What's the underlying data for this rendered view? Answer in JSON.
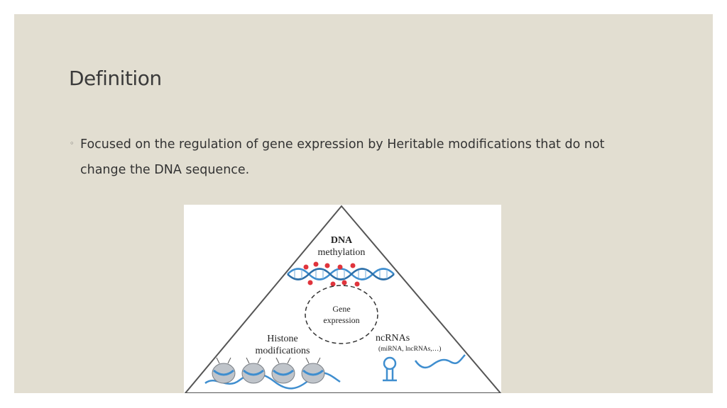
{
  "slide": {
    "title": "Definition",
    "bullet_icon": "circle-bullet-icon",
    "bullet_text": "Focused on the regulation of gene expression by Heritable modifications that do not change the DNA sequence."
  },
  "figure": {
    "top_label_line1": "DNA",
    "top_label_line2": "methylation",
    "center_label_line1": "Gene",
    "center_label_line2": "expression",
    "left_label_line1": "Histone",
    "left_label_line2": "modifications",
    "right_label_line1": "ncRNAs",
    "right_label_line2": "(miRNA, lncRNAs,…)",
    "methyl_color": "#e0343c",
    "helix_color": "#3f8ecf",
    "histone_color": "#bfc4ca"
  }
}
